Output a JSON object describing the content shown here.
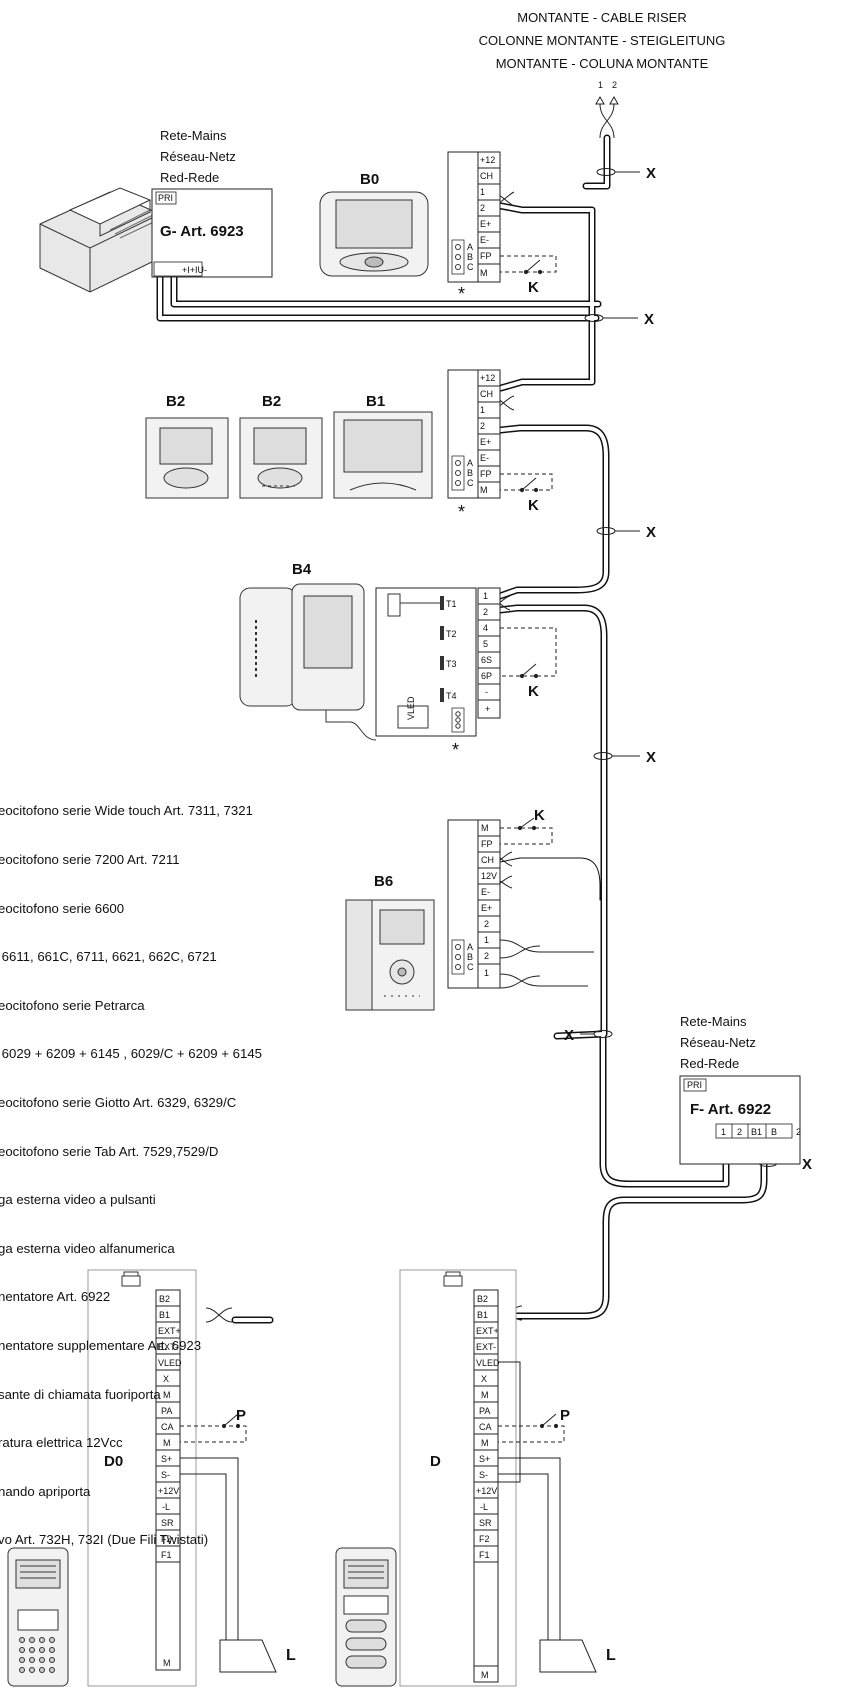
{
  "riser": {
    "line1": "MONTANTE - CABLE RISER",
    "line2": "COLONNE MONTANTE - STEIGLEITUNG",
    "line3": "MONTANTE - COLUNA MONTANTE",
    "pins": [
      "1",
      "2"
    ]
  },
  "mains_top": [
    "Rete-Mains",
    "Réseau-Netz",
    "Red-Rede"
  ],
  "mains_bottom": [
    "Rete-Mains",
    "Réseau-Netz",
    "Red-Rede"
  ],
  "psu_g": {
    "pri": "PRI",
    "label": "G-  Art. 6923",
    "terminals": "+I+IU-"
  },
  "psu_f": {
    "pri": "PRI",
    "label": "F-  Art. 6922",
    "terminals": [
      "1",
      "2",
      "B1",
      "B",
      "2"
    ]
  },
  "device_labels": {
    "b0": "B0",
    "b2a": "B2",
    "b2b": "B2",
    "b1": "B1",
    "b4": "B4",
    "b6": "B6",
    "d0": "D0",
    "d": "D"
  },
  "markers": {
    "x": "X",
    "k": "K",
    "p": "P",
    "l": "L",
    "star": "*",
    "abc": [
      "A",
      "B",
      "C"
    ]
  },
  "tb_b0": [
    "+12",
    "CH",
    "1",
    "2",
    "E+",
    "E-",
    "FP",
    "M"
  ],
  "tb_b1": [
    "+12",
    "CH",
    "1",
    "2",
    "E+",
    "E-",
    "FP",
    "M"
  ],
  "tb_b4_right": [
    "1",
    "2",
    "4",
    "5",
    "6S",
    "6P",
    "-",
    "+"
  ],
  "tb_b4_left": [
    "T1",
    "T2",
    "T3",
    "T4"
  ],
  "tb_b4_led": "VLED",
  "tb_b6": [
    "M",
    "FP",
    "CH",
    "12V",
    "E-",
    "E+",
    "2",
    "1"
  ],
  "tb_b6_bus": [
    "2",
    "1"
  ],
  "tb_d": [
    "B2",
    "B1",
    "EXT+",
    "EXT-",
    "VLED",
    "X",
    "M",
    "PA",
    "CA",
    "M",
    "S+",
    "S-",
    "+12V",
    "-L",
    "SR",
    "F2",
    "F1",
    "M"
  ],
  "legend": [
    "eocitofono serie Wide touch Art. 7311, 7321",
    "eocitofono serie 7200 Art. 7211",
    "eocitofono serie 6600",
    " 6611, 661C, 6711, 6621, 662C, 6721",
    "eocitofono serie Petrarca",
    " 6029 + 6209 + 6145 , 6029/C + 6209 + 6145",
    "eocitofono serie Giotto Art. 6329, 6329/C",
    "eocitofono serie Tab Art. 7529,7529/D",
    "ga esterna video a pulsanti",
    "ga esterna video alfanumerica",
    "nentatore Art. 6922",
    "nentatore supplementare Art. 6923",
    "sante di chiamata fuoriporta",
    "ratura elettrica 12Vcc",
    "nando apriporta",
    "vo Art. 732H, 732I (Due Fili Twistati)"
  ]
}
